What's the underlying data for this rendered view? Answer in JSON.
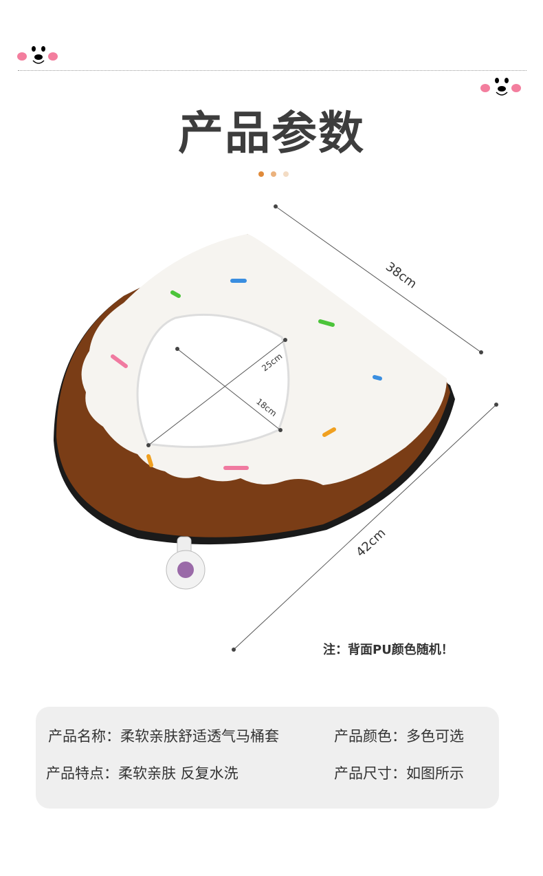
{
  "title": "产品参数",
  "dimensions": {
    "seat_length": "38cm",
    "seat_width_diag": "42cm",
    "hole_length": "25cm",
    "hole_width": "18cm"
  },
  "note": "注：背面PU颜色随机！",
  "specs": {
    "name": "产品名称：柔软亲肤舒适透气马桶套",
    "color": "产品颜色：多色可选",
    "features": "产品特点：柔软亲肤 反复水洗",
    "size": "产品尺寸：如图所示"
  },
  "colors": {
    "accent_dot1": "#e08a3a",
    "accent_dot2": "#ebb27d",
    "accent_dot3": "#f3dcc4",
    "brown": "#7a3d16",
    "cheek": "#f37e9e"
  }
}
